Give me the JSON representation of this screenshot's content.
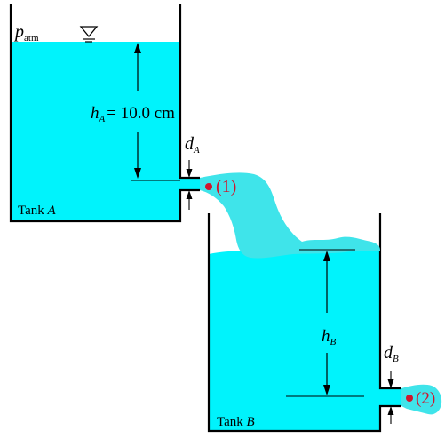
{
  "labels": {
    "p_atm_main": "p",
    "p_atm_sub": "atm",
    "h_a_main": "h",
    "h_a_sub": "A",
    "h_a_value": "= 10.0 cm",
    "d_a_main": "d",
    "d_a_sub": "A",
    "point_1": "(1)",
    "tank_a_word": "Tank ",
    "tank_a_letter": "A",
    "h_b_main": "h",
    "h_b_sub": "B",
    "d_b_main": "d",
    "d_b_sub": "B",
    "point_2": "(2)",
    "tank_b_word": "Tank ",
    "tank_b_letter": "B"
  },
  "colors": {
    "water": "#00f3fc",
    "water_jet": "#3fe4ea",
    "wall": "#000000",
    "point_marker": "#d0142c"
  },
  "icons": {
    "free_surface_symbol": "inverted-triangle-water-surface-icon"
  }
}
